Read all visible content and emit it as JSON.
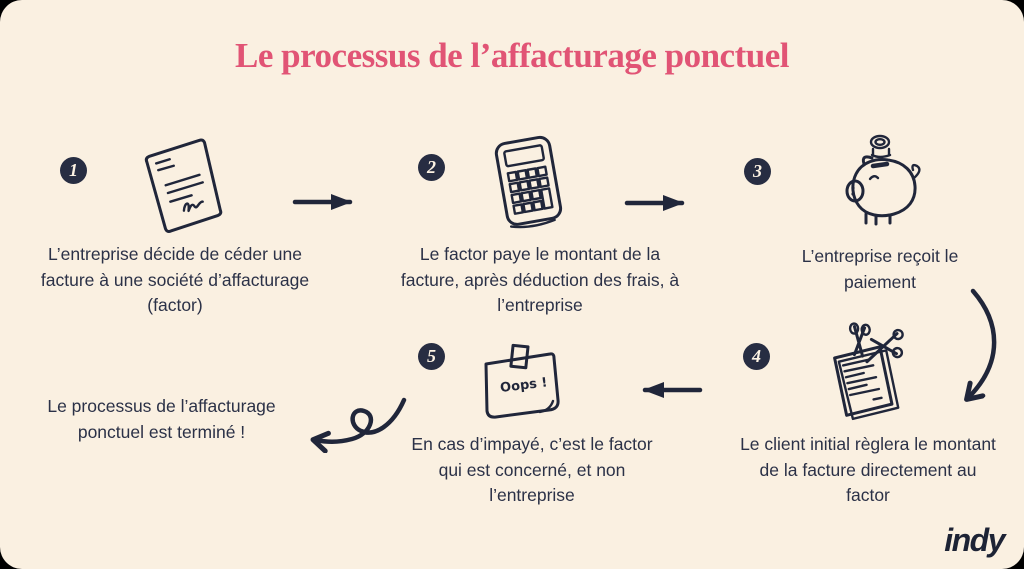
{
  "title": "Le processus de l’affacturage ponctuel",
  "steps": [
    {
      "number": "1",
      "icon": "invoice-icon",
      "label": "L’entreprise décide de céder une facture à une société d’affacturage (factor)"
    },
    {
      "number": "2",
      "icon": "calculator-icon",
      "label": "Le factor paye le montant de la facture, après déduction des frais, à l’entreprise"
    },
    {
      "number": "3",
      "icon": "piggy-bank-icon",
      "label": "L’entreprise reçoit le paiement"
    },
    {
      "number": "4",
      "icon": "cut-invoice-icon",
      "label": "Le client initial règlera le montant de la facture directement au factor"
    },
    {
      "number": "5",
      "icon": "oops-note-icon",
      "label": "En cas d’impayé, c’est le factor qui est concerné, et non l’entreprise"
    }
  ],
  "sticky_note_text": "Oops !",
  "final_note": "Le processus de l’affacturage ponctuel est terminé !",
  "logo_text": "indy",
  "colors": {
    "background": "#faf0e1",
    "ink": "#20263a",
    "accent": "#e15475"
  }
}
